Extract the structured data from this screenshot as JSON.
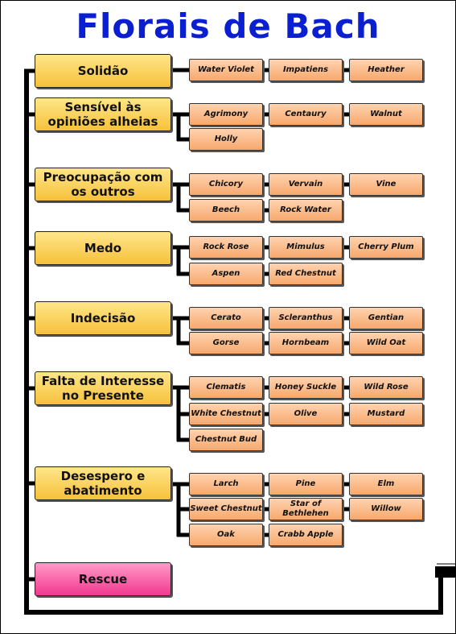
{
  "title": "Florais de Bach",
  "categories": [
    {
      "label": "Solidão",
      "remedies": [
        "Water Violet",
        "Impatiens",
        "Heather"
      ]
    },
    {
      "label": "Sensível às opiniões alheias",
      "remedies": [
        "Agrimony",
        "Centaury",
        "Walnut",
        "Holly"
      ]
    },
    {
      "label": "Preocupação com os outros",
      "remedies": [
        "Chicory",
        "Vervain",
        "Vine",
        "Beech",
        "Rock Water"
      ]
    },
    {
      "label": "Medo",
      "remedies": [
        "Rock Rose",
        "Mimulus",
        "Cherry Plum",
        "Aspen",
        "Red Chestnut"
      ]
    },
    {
      "label": "Indecisão",
      "remedies": [
        "Cerato",
        "Scleranthus",
        "Gentian",
        "Gorse",
        "Hornbeam",
        "Wild Oat"
      ]
    },
    {
      "label": "Falta de Interesse no Presente",
      "remedies": [
        "Clematis",
        "Honey Suckle",
        "Wild Rose",
        "White Chestnut",
        "Olive",
        "Mustard",
        "Chestnut Bud"
      ]
    },
    {
      "label": "Desespero e abatimento",
      "remedies": [
        "Larch",
        "Pine",
        "Elm",
        "Sweet Chestnut",
        "Star of Bethlehen",
        "Willow",
        "Oak",
        "Crabb Apple"
      ]
    },
    {
      "label": "Rescue",
      "remedies": []
    }
  ],
  "colors": {
    "title": "#0a1fd0",
    "category": "#f6c13a",
    "remedy": "#f7a86c",
    "rescue": "#f2388f",
    "line": "#000000"
  }
}
